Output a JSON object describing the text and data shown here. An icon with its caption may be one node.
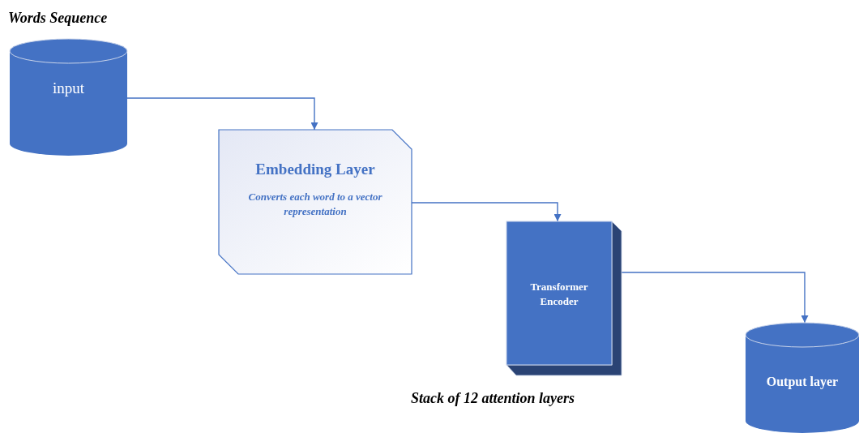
{
  "diagram": {
    "nodes": [
      {
        "text": [
          "Words Sequence",
          "input"
        ]
      },
      {
        "text": [
          "Embedding Layer",
          "Converts each word to a vector representation"
        ]
      },
      {
        "text": [
          "Transformer Encoder"
        ],
        "beside": [
          "Stack of 12 attention layers"
        ]
      },
      {
        "text": [
          "Output layer"
        ]
      }
    ],
    "edges": [
      {
        "from": 0,
        "to": 1,
        "arrow": "to"
      },
      {
        "from": 1,
        "to": 2,
        "arrow": "to"
      },
      {
        "from": 2,
        "to": 3,
        "arrow": "to"
      }
    ]
  }
}
